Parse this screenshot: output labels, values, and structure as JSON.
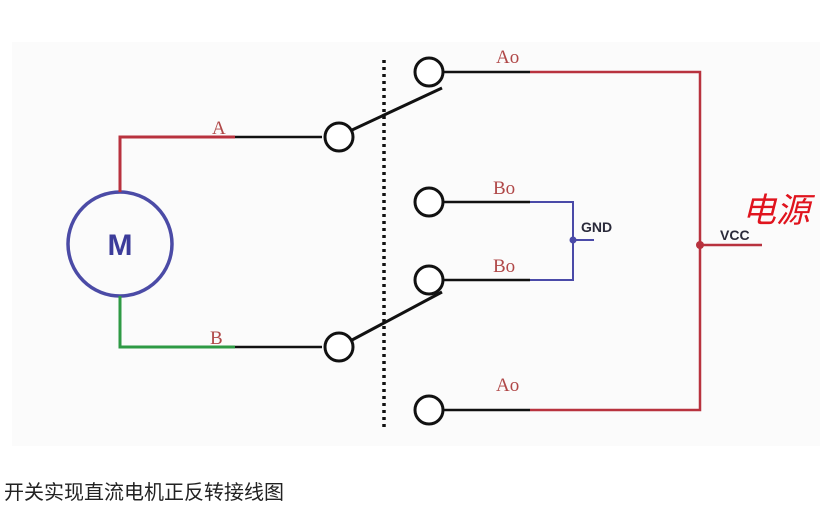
{
  "diagram": {
    "motor_label": "M",
    "terminal_a": "A",
    "terminal_b": "B",
    "contact_top": "Ao",
    "contact_mid_upper": "Bo",
    "contact_mid_lower": "Bo",
    "contact_bottom": "Ao",
    "gnd_label": "GND",
    "vcc_label": "VCC",
    "power_note": "电源"
  },
  "colors": {
    "red_wire": "#b8323e",
    "green_wire": "#2e9a44",
    "blue_wire": "#4a4aa8",
    "black_wire": "#111111",
    "motor_ring": "#4b4ba6"
  },
  "caption": "开关实现直流电机正反转接线图"
}
